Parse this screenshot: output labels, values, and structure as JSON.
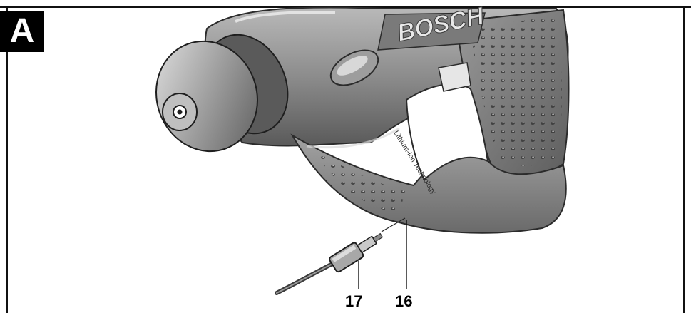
{
  "figure": {
    "section_letter": "A",
    "brand_marking": "BOSCH",
    "housing_text": "Lithium-Ion Technology",
    "callouts": [
      {
        "number": "17"
      },
      {
        "number": "16"
      }
    ]
  },
  "colors": {
    "frame": "#111111",
    "badge_bg": "#000000",
    "badge_text": "#ffffff",
    "tool_body": "#8e8e8e",
    "tool_dark": "#4a4a4a",
    "tool_highlight": "#d4d4d4"
  }
}
